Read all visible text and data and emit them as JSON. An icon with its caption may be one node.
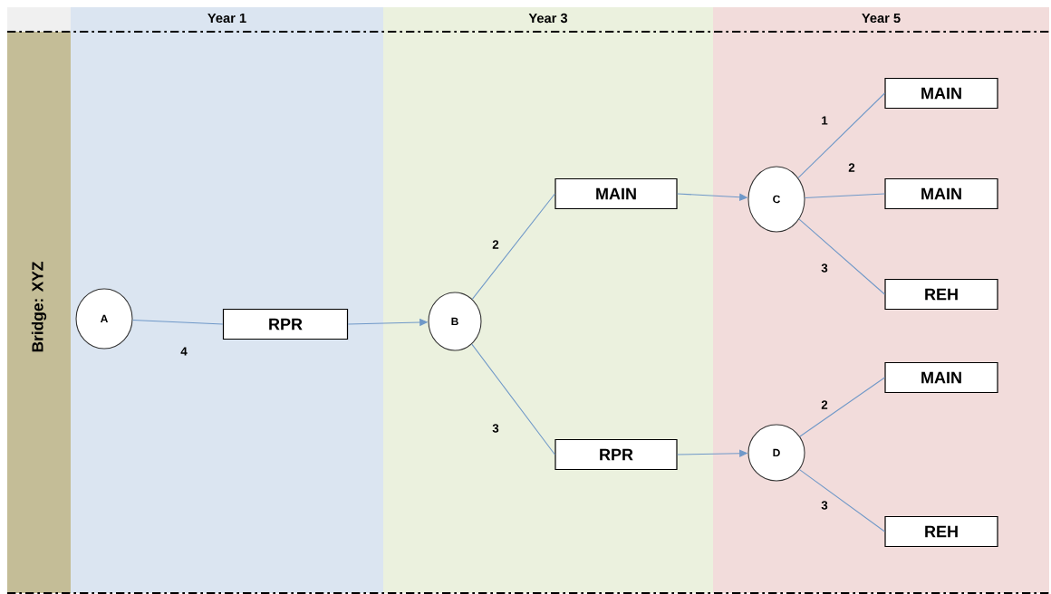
{
  "diagram": {
    "nodes": [
      {
        "text": [
          "Bridge: XYZ"
        ]
      },
      {
        "text": [
          "Year 1"
        ]
      },
      {
        "text": [
          "A"
        ],
        "in": 1
      },
      {
        "text": [
          "RPR"
        ],
        "in": 1
      },
      {
        "text": [
          "Year 3"
        ]
      },
      {
        "text": [
          "B"
        ],
        "in": 4
      },
      {
        "text": [
          "MAIN"
        ],
        "in": 4
      },
      {
        "text": [
          "RPR"
        ],
        "in": 4
      },
      {
        "text": [
          "Year 5"
        ]
      },
      {
        "text": [
          "C"
        ],
        "in": 8
      },
      {
        "text": [
          "MAIN"
        ],
        "in": 8
      },
      {
        "text": [
          "MAIN"
        ],
        "in": 8
      },
      {
        "text": [
          "REH"
        ],
        "in": 8
      },
      {
        "text": [
          "D"
        ],
        "in": 8
      },
      {
        "text": [
          "MAIN"
        ],
        "in": 8
      },
      {
        "text": [
          "REH"
        ],
        "in": 8
      }
    ],
    "edges": [
      {
        "from": 2,
        "to": 3,
        "arrow": "none",
        "label": "4"
      },
      {
        "from": 3,
        "to": 5,
        "arrow": "to"
      },
      {
        "from": 5,
        "to": 6,
        "arrow": "none",
        "label": "2"
      },
      {
        "from": 5,
        "to": 7,
        "arrow": "none",
        "label": "3"
      },
      {
        "from": 6,
        "to": 9,
        "arrow": "to"
      },
      {
        "from": 7,
        "to": 13,
        "arrow": "to"
      },
      {
        "from": 9,
        "to": 10,
        "arrow": "none",
        "label": "1"
      },
      {
        "from": 9,
        "to": 11,
        "arrow": "none",
        "label": "2"
      },
      {
        "from": 9,
        "to": 12,
        "arrow": "none",
        "label": "3"
      },
      {
        "from": 13,
        "to": 14,
        "arrow": "none",
        "label": "2"
      },
      {
        "from": 13,
        "to": 15,
        "arrow": "none",
        "label": "3"
      }
    ]
  }
}
